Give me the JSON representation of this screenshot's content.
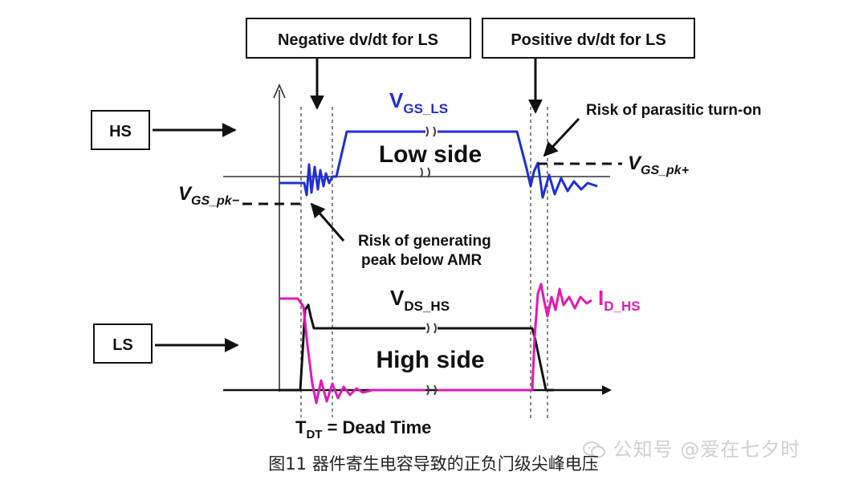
{
  "boxes": {
    "negative": "Negative dv/dt for LS",
    "positive": "Positive dv/dt for LS",
    "hs": "HS",
    "ls": "LS"
  },
  "labels": {
    "vgs_ls_main": "V",
    "vgs_ls_sub": "GS_LS",
    "low_side": "Low side",
    "risk_turn_on": "Risk of parasitic turn-on",
    "vgs_pkplus_main": "V",
    "vgs_pkplus_sub": "GS_pk+",
    "vgs_pkminus_main": "V",
    "vgs_pkminus_sub": "GS_pk−",
    "risk_peak_line1": "Risk of generating",
    "risk_peak_line2": "peak below AMR",
    "vds_hs_main": "V",
    "vds_hs_sub": "DS_HS",
    "id_hs_main": "I",
    "id_hs_sub": "D_HS",
    "high_side": "High side",
    "tdt_main": "T",
    "tdt_sub": "DT",
    "tdt_rest": " = Dead Time"
  },
  "caption": "图11 器件寄生电容导致的正负门级尖峰电压",
  "watermark": "公知号 @爱在七夕时",
  "colors": {
    "vgs": "#1f2fd6",
    "id": "#e01ab4",
    "vds": "#111111",
    "axis": "#333333"
  }
}
